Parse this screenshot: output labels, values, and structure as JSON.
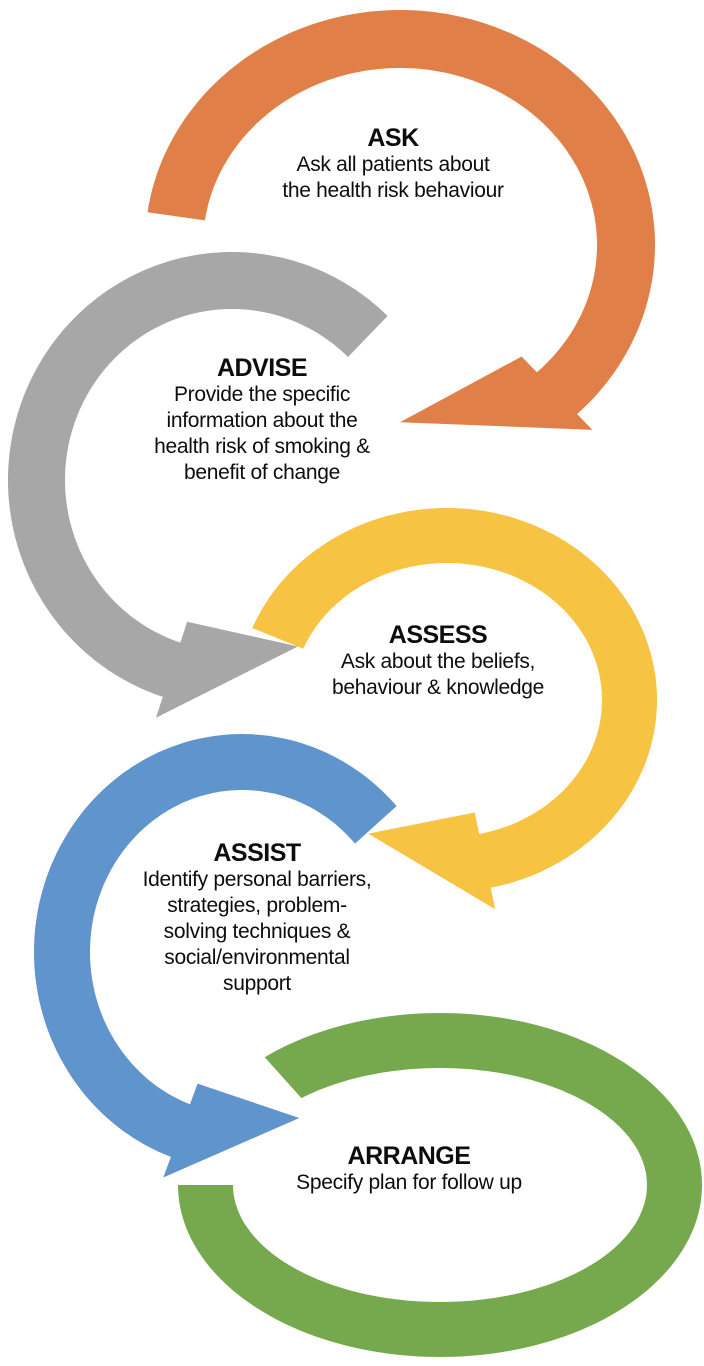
{
  "figure": {
    "background_color": "#ffffff",
    "text_color": "#0d0d0d",
    "steps": [
      {
        "id": "ask",
        "title": "ASK",
        "description": "Ask all patients about\nthe health risk behaviour",
        "color": "#E08048"
      },
      {
        "id": "advise",
        "title": "ADVISE",
        "description": "Provide the specific\ninformation about the\nhealth risk of smoking &\nbenefit of change",
        "color": "#A7A7A7"
      },
      {
        "id": "assess",
        "title": "ASSESS",
        "description": "Ask about the beliefs,\nbehaviour & knowledge",
        "color": "#F6C342"
      },
      {
        "id": "assist",
        "title": "ASSIST",
        "description": "Identify personal barriers,\nstrategies, problem-\nsolving techniques &\nsocial/environmental\nsupport",
        "color": "#6094CD"
      },
      {
        "id": "arrange",
        "title": "ARRANGE",
        "description": "Specify plan for follow up",
        "color": "#76A84D"
      }
    ]
  }
}
